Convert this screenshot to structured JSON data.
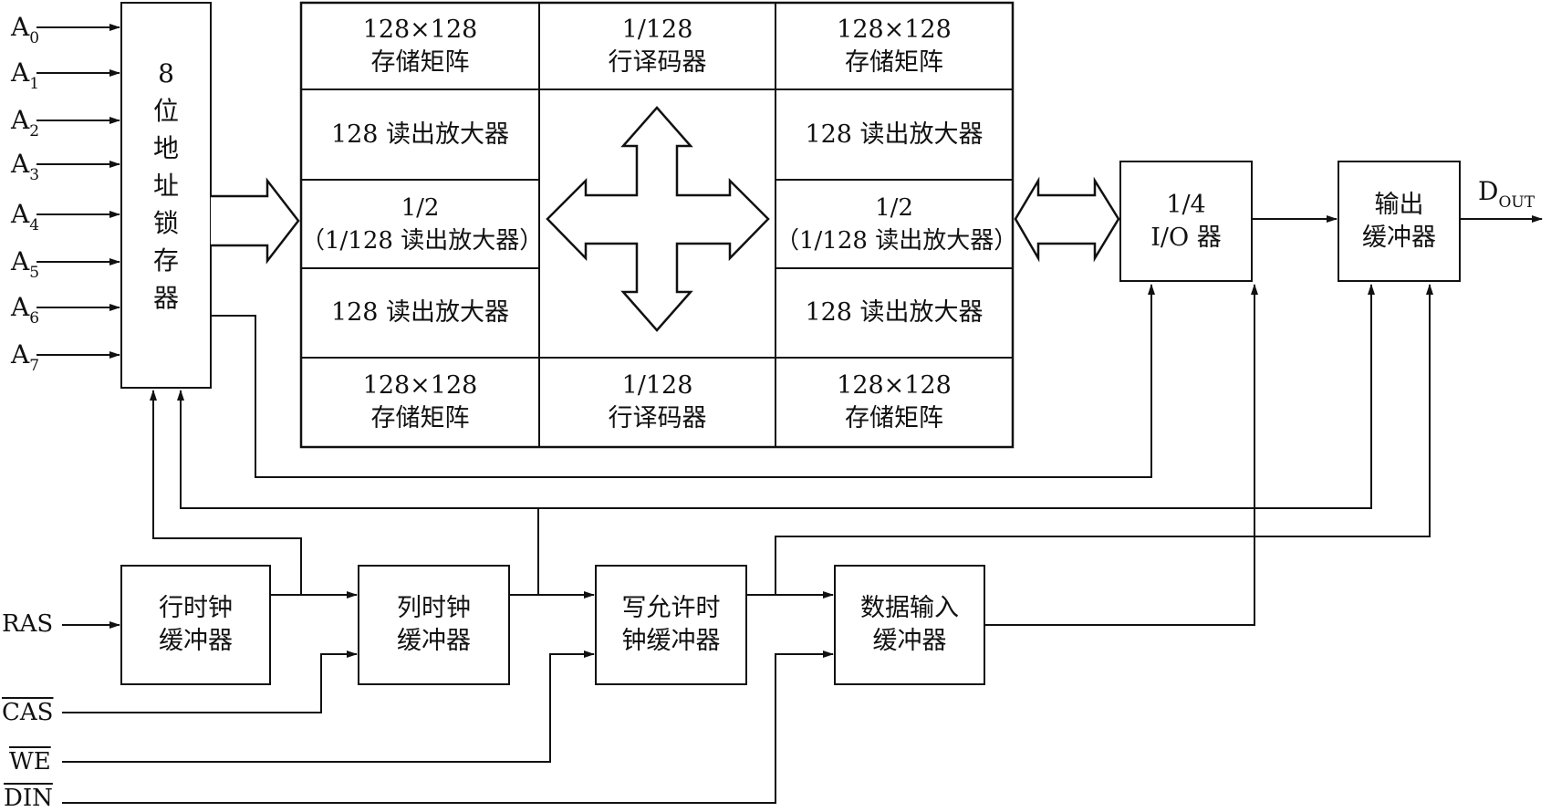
{
  "address_inputs": [
    "A0",
    "A1",
    "A2",
    "A3",
    "A4",
    "A5",
    "A6",
    "A7"
  ],
  "address_letter": "A",
  "address_indices": [
    "0",
    "1",
    "2",
    "3",
    "4",
    "5",
    "6",
    "7"
  ],
  "latch": {
    "chars": [
      "8",
      "位",
      "地",
      "址",
      "锁",
      "存",
      "器"
    ]
  },
  "matrix": {
    "top_left": [
      "128×128",
      "存储矩阵"
    ],
    "top_mid": [
      "1/128",
      "行译码器"
    ],
    "top_right": [
      "128×128",
      "存储矩阵"
    ],
    "amp_upper_left": "128 读出放大器",
    "amp_upper_right": "128 读出放大器",
    "half_left": [
      "1/2",
      "（1/128 读出放大器）"
    ],
    "half_right": [
      "1/2",
      "（1/128 读出放大器）"
    ],
    "amp_lower_left": "128 读出放大器",
    "amp_lower_right": "128 读出放大器",
    "bottom_left": [
      "128×128",
      "存储矩阵"
    ],
    "bottom_mid": [
      "1/128",
      "行译码器"
    ],
    "bottom_right": [
      "128×128",
      "存储矩阵"
    ]
  },
  "io": [
    "1/4",
    "I/O 器"
  ],
  "output_buffer": [
    "输出",
    "缓冲器"
  ],
  "dout": {
    "letter": "D",
    "sub": "OUT"
  },
  "clock_blocks": {
    "row": [
      "行时钟",
      "缓冲器"
    ],
    "col": [
      "列时钟",
      "缓冲器"
    ],
    "write": [
      "写允许时",
      "钟缓冲器"
    ],
    "data_in": [
      "数据输入",
      "缓冲器"
    ]
  },
  "signals": {
    "ras": "RAS",
    "cas": "CAS",
    "we": "WE",
    "din": "DIN"
  }
}
